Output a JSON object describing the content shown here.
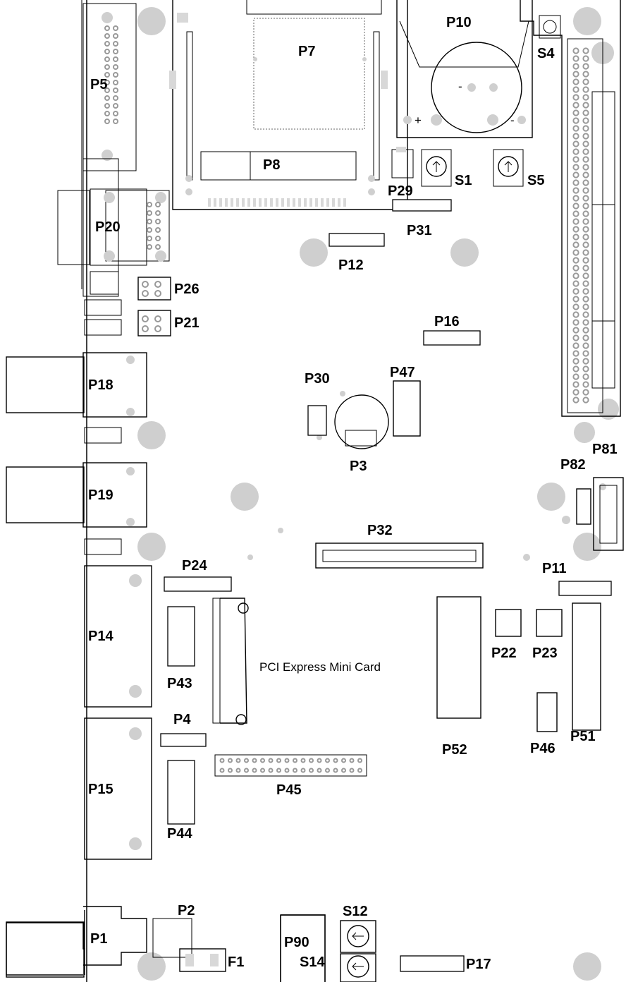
{
  "board": {
    "free_text": "PCI Express Mini Card",
    "labels": {
      "P1": "P1",
      "P2": "P2",
      "P3": "P3",
      "P4": "P4",
      "P5": "P5",
      "P7": "P7",
      "P8": "P8",
      "P10": "P10",
      "P11": "P11",
      "P12": "P12",
      "P14": "P14",
      "P15": "P15",
      "P16": "P16",
      "P17": "P17",
      "P18": "P18",
      "P19": "P19",
      "P20": "P20",
      "P21": "P21",
      "P22": "P22",
      "P23": "P23",
      "P24": "P24",
      "P26": "P26",
      "P29": "P29",
      "P30": "P30",
      "P31": "P31",
      "P32": "P32",
      "P43": "P43",
      "P44": "P44",
      "P45": "P45",
      "P46": "P46",
      "P47": "P47",
      "P51": "P51",
      "P52": "P52",
      "P81": "P81",
      "P82": "P82",
      "P90": "P90",
      "S1": "S1",
      "S4": "S4",
      "S5": "S5",
      "S12": "S12",
      "S14": "S14",
      "F1": "F1"
    }
  }
}
